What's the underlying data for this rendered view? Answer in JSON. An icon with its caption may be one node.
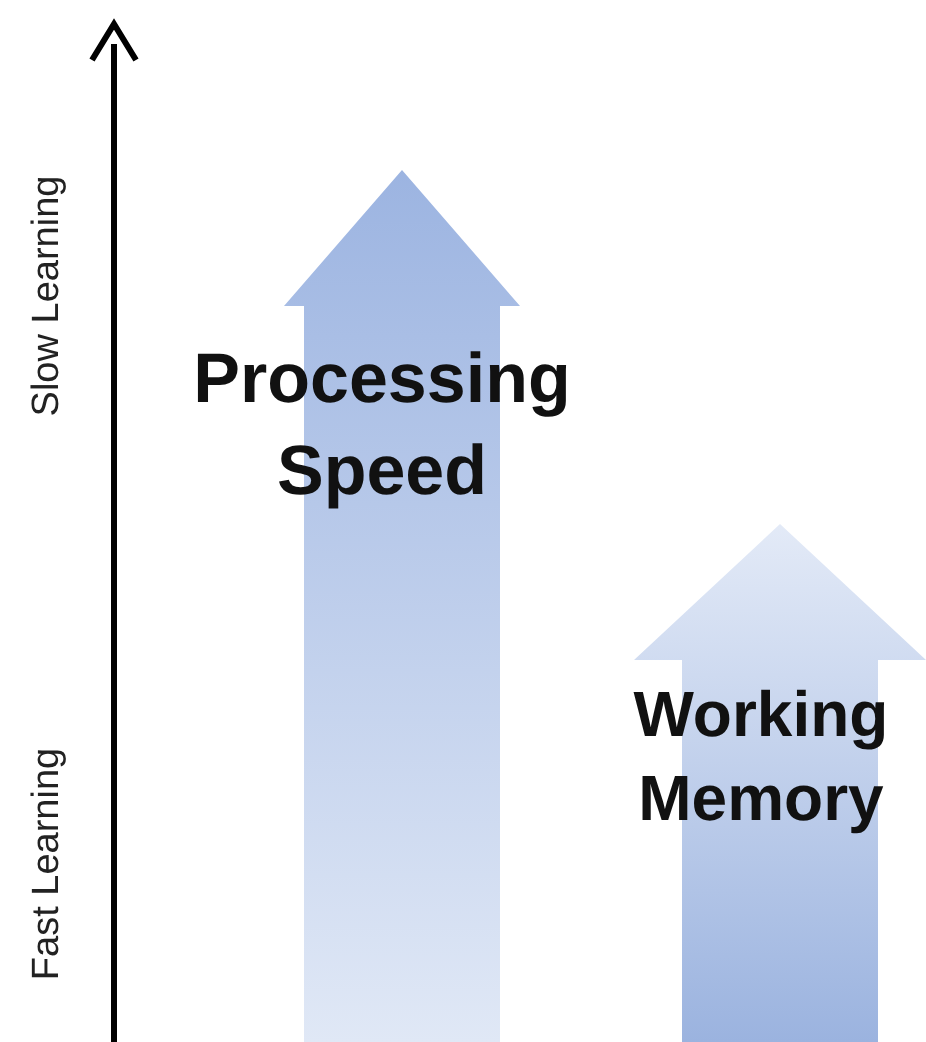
{
  "diagram": {
    "nodes": [
      {
        "text": [
          "Processing Speed"
        ]
      },
      {
        "text": [
          "Working Memory"
        ]
      }
    ],
    "labels": [
      "Slow Learning",
      "Fast Learning"
    ]
  }
}
